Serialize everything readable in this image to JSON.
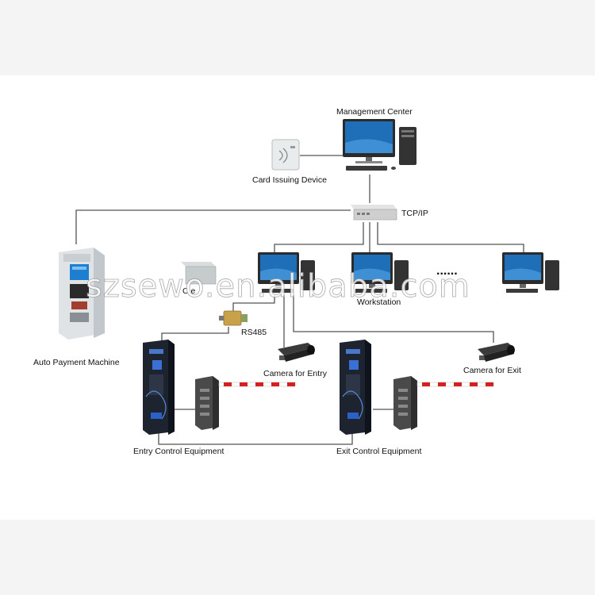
{
  "labels": {
    "management_center": "Management Center",
    "card_issuing_device": "Card Issuing Device",
    "tcp_ip": "TCP/IP",
    "workstation": "Workstation",
    "ellipsis": "......",
    "rs485": "RS485",
    "auto_payment_machine": "Auto Payment Machine",
    "camera_entry": "Camera for Entry",
    "camera_exit": "Camera for Exit",
    "entry_control": "Entry Control Equipment",
    "exit_control": "Exit Control Equipment",
    "partial_device": "C          e"
  },
  "watermark": "szsewo.en.alibaba.com",
  "colors": {
    "background": "#f4f4f4",
    "panel": "#ffffff",
    "line": "#555555",
    "screen_blue": "#1f6fb8",
    "barrier_red": "#d42020",
    "terminal_dark": "#1d2430"
  }
}
